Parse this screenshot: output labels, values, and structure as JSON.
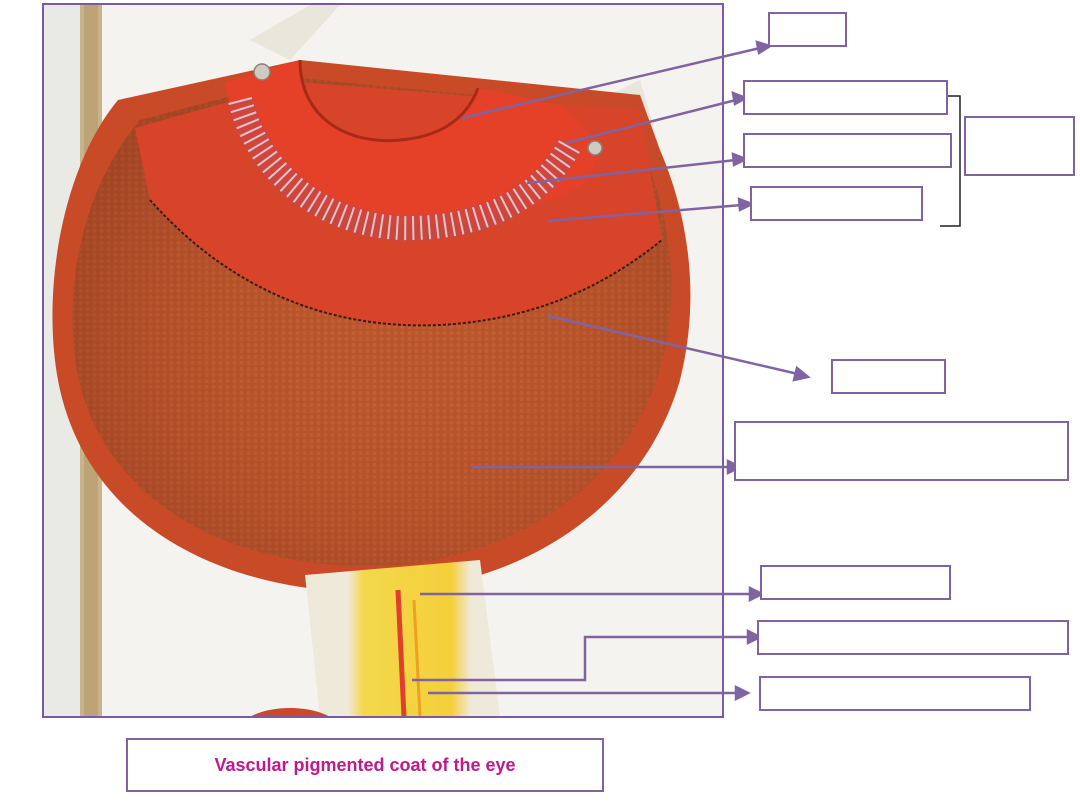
{
  "caption": {
    "text": "Vascular pigmented coat of the eye"
  },
  "colors": {
    "frame": "#7a5aa8",
    "leader_lines": "#8064a2",
    "caption_text": "#c0198c",
    "choroid": "#b84a24",
    "ciliary_body": "#d63a22",
    "iris": "#e8432a",
    "optic_nerve": "#f1d94a",
    "sclera": "#e8e4d8"
  },
  "label_boxes": [
    {
      "name": "label-box-pupil",
      "value": ""
    },
    {
      "name": "label-box-iris-1",
      "value": ""
    },
    {
      "name": "label-box-iris-2",
      "value": ""
    },
    {
      "name": "label-box-iris-3",
      "value": ""
    },
    {
      "name": "label-box-bracket-group",
      "value": ""
    },
    {
      "name": "label-box-ora-serrata",
      "value": ""
    },
    {
      "name": "label-box-choroid",
      "value": ""
    },
    {
      "name": "label-box-optic-nerve",
      "value": ""
    },
    {
      "name": "label-box-central-artery",
      "value": ""
    },
    {
      "name": "label-box-central-vein",
      "value": ""
    }
  ]
}
